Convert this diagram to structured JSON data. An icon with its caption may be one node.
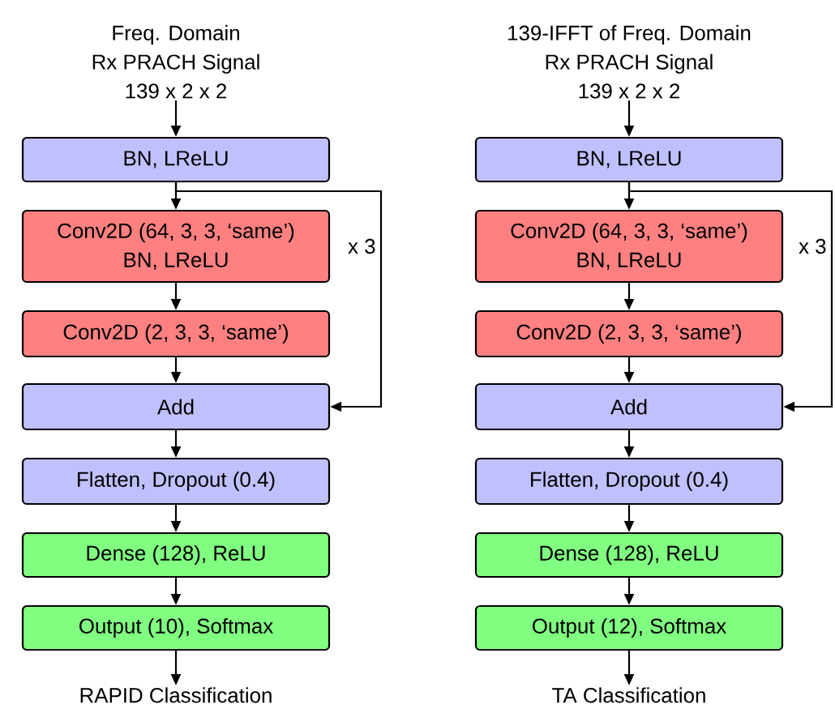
{
  "diagram": {
    "nodes": [
      {
        "text": [
          "Freq. Domain",
          "Rx PRACH Signal",
          "139 x 2 x 2"
        ]
      },
      {
        "text": [
          "BN, LReLU"
        ]
      },
      {
        "text": [
          "Conv2D (64, 3, 3, ‘same’)",
          "BN, LReLU"
        ]
      },
      {
        "text": [
          "Conv2D (2, 3, 3, ‘same’)"
        ]
      },
      {
        "text": [
          "Add"
        ]
      },
      {
        "text": [
          "Flatten, Dropout (0.4)"
        ]
      },
      {
        "text": [
          "Dense (128), ReLU"
        ]
      },
      {
        "text": [
          "Output (10), Softmax"
        ]
      },
      {
        "text": [
          "RAPID Classification"
        ]
      },
      {
        "text": [
          "139-IFFT of Freq. Domain",
          "Rx PRACH Signal",
          "139 x 2 x 2"
        ]
      },
      {
        "text": [
          "BN, LReLU"
        ]
      },
      {
        "text": [
          "Conv2D (64, 3, 3, ‘same’)",
          "BN, LReLU"
        ]
      },
      {
        "text": [
          "Conv2D (2, 3, 3, ‘same’)"
        ]
      },
      {
        "text": [
          "Add"
        ]
      },
      {
        "text": [
          "Flatten, Dropout (0.4)"
        ]
      },
      {
        "text": [
          "Dense (128), ReLU"
        ]
      },
      {
        "text": [
          "Output (12), Softmax"
        ]
      },
      {
        "text": [
          "TA Classification"
        ]
      }
    ],
    "edges": [
      {
        "from": 0,
        "to": 1,
        "arrow": "to"
      },
      {
        "from": 1,
        "to": 2,
        "arrow": "to"
      },
      {
        "from": 2,
        "to": 3,
        "arrow": "to"
      },
      {
        "from": 3,
        "to": 4,
        "arrow": "to"
      },
      {
        "from": 1,
        "to": 4,
        "arrow": "to",
        "label": "x 3"
      },
      {
        "from": 4,
        "to": 5,
        "arrow": "to"
      },
      {
        "from": 5,
        "to": 6,
        "arrow": "to"
      },
      {
        "from": 6,
        "to": 7,
        "arrow": "to"
      },
      {
        "from": 7,
        "to": 8,
        "arrow": "to"
      },
      {
        "from": 9,
        "to": 10,
        "arrow": "to"
      },
      {
        "from": 10,
        "to": 11,
        "arrow": "to"
      },
      {
        "from": 11,
        "to": 12,
        "arrow": "to"
      },
      {
        "from": 12,
        "to": 13,
        "arrow": "to"
      },
      {
        "from": 10,
        "to": 13,
        "arrow": "to",
        "label": "x 3"
      },
      {
        "from": 13,
        "to": 14,
        "arrow": "to"
      },
      {
        "from": 14,
        "to": 15,
        "arrow": "to"
      },
      {
        "from": 15,
        "to": 16,
        "arrow": "to"
      },
      {
        "from": 16,
        "to": 17,
        "arrow": "to"
      }
    ]
  }
}
